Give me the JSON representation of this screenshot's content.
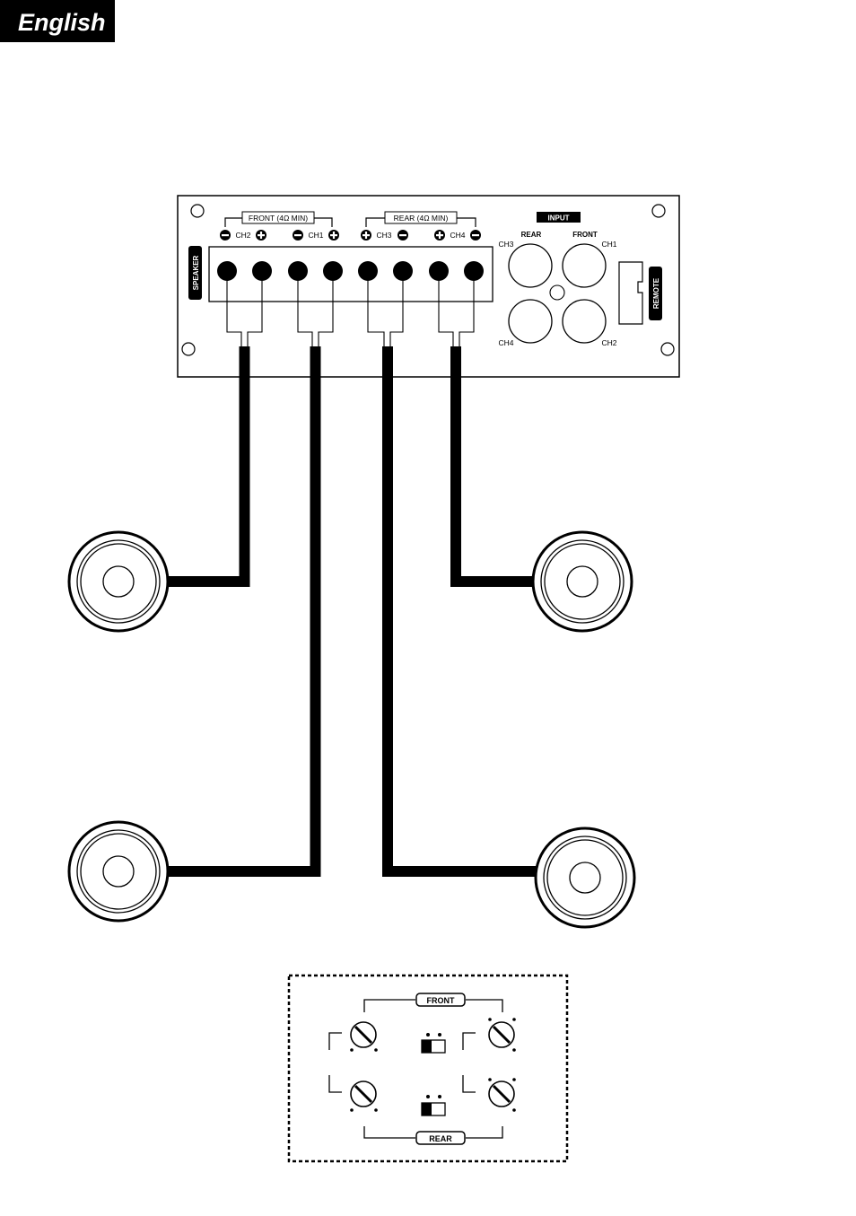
{
  "language_tab": "English",
  "amplifier": {
    "speaker_label": "SPEAKER",
    "front_group": "FRONT (4Ω MIN)",
    "rear_group": "REAR (4Ω MIN)",
    "terminal_channels": [
      "CH2",
      "CH1",
      "CH3",
      "CH4"
    ],
    "input_label": "INPUT",
    "input_rear": "REAR",
    "input_front": "FRONT",
    "rca": [
      "CH3",
      "CH1",
      "CH4",
      "CH2"
    ],
    "remote_label": "REMOTE"
  },
  "control_panel": {
    "front_label": "FRONT",
    "rear_label": "REAR"
  },
  "colors": {
    "ink": "#000000",
    "paper": "#ffffff"
  },
  "icons": [
    "minus-terminal-icon",
    "plus-terminal-icon",
    "speaker-icon",
    "gain-knob-icon",
    "slide-switch-icon"
  ]
}
